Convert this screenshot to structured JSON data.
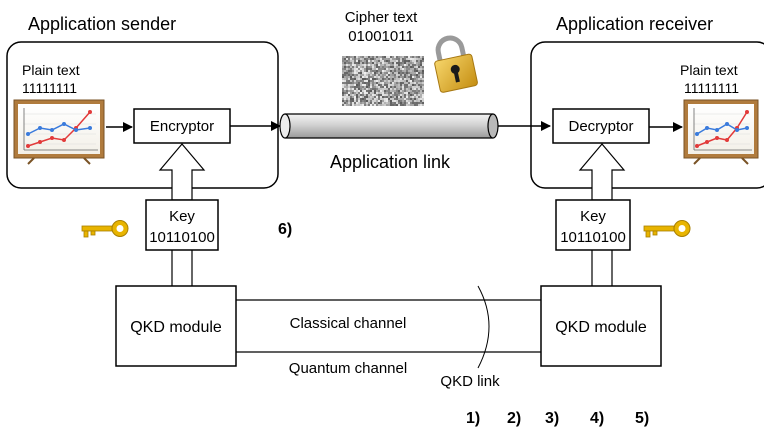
{
  "sender": {
    "title": "Application sender",
    "plain_text_label": "Plain text",
    "plain_text_value": "11111111",
    "encryptor_label": "Encryptor",
    "key_label": "Key",
    "key_value": "10110100",
    "qkd_module_label": "QKD module"
  },
  "receiver": {
    "title": "Application receiver",
    "plain_text_label": "Plain text",
    "plain_text_value": "11111111",
    "decryptor_label": "Decryptor",
    "key_label": "Key",
    "key_value": "10110100",
    "qkd_module_label": "QKD module"
  },
  "cipher": {
    "label": "Cipher text",
    "value": "01001011"
  },
  "application_link_label": "Application link",
  "classical_channel_label": "Classical channel",
  "quantum_channel_label": "Quantum channel",
  "qkd_link_label": "QKD link",
  "markers": {
    "m6": "6)",
    "m1": "1)",
    "m2": "2)",
    "m3": "3)",
    "m4": "4)",
    "m5": "5)"
  },
  "icons": {
    "chart": "line-chart-icon",
    "key": "key-icon",
    "lock": "padlock-icon",
    "noise": "ciphertext-noise-image"
  },
  "colors": {
    "key_gold": "#e8b400",
    "lock_gold": "#d9a520",
    "pipe": "#c8c8c8"
  }
}
